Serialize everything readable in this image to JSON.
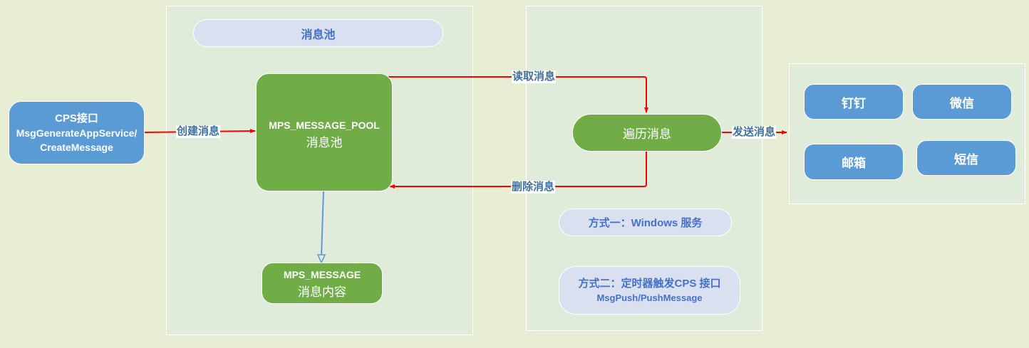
{
  "colors": {
    "background": "#e8eed3",
    "panel": "#e0ebda",
    "blue_node": "#5b9bd5",
    "green_node": "#70ad47",
    "pill": "#dae0f0",
    "pill_text": "#4472c4",
    "flow_arrow": "#ff0000",
    "dependency_arrow": "#5b9bd5",
    "edge_label_text": "#41719c"
  },
  "source": {
    "line1": "CPS接口",
    "line2": "MsgGenerateAppService/",
    "line3": "CreateMessage"
  },
  "pool_panel": {
    "title": "消息池",
    "pool_node": {
      "line1": "MPS_MESSAGE_POOL",
      "line2": "消息池"
    },
    "message_node": {
      "line1": "MPS_MESSAGE",
      "line2": "消息内容"
    }
  },
  "processor_panel": {
    "traverse_node": "遍历消息",
    "method1": "方式一：Windows 服务",
    "method2": {
      "line1": "方式二：定时器触发CPS 接口",
      "line2": "MsgPush/PushMessage"
    }
  },
  "channels": [
    {
      "label": "钉钉"
    },
    {
      "label": "微信"
    },
    {
      "label": "邮箱"
    },
    {
      "label": "短信"
    }
  ],
  "edges": {
    "create": "创建消息",
    "read": "读取消息",
    "delete": "删除消息",
    "send": "发送消息"
  }
}
